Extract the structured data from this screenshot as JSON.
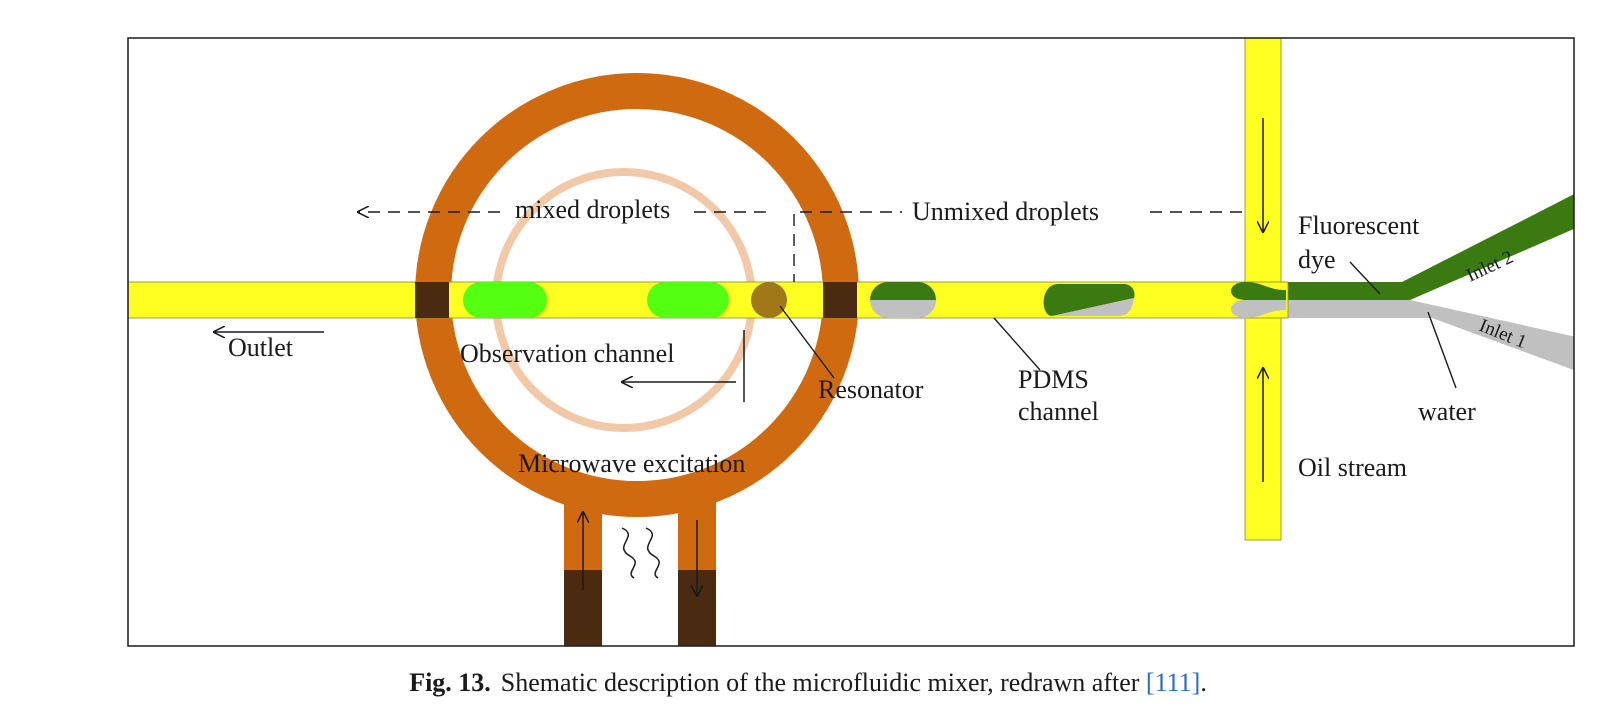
{
  "colors": {
    "oil": "#ffff22",
    "dye": "#3a7a10",
    "water": "#c0c0c0",
    "mixed_droplet": "#55ff11",
    "ring": "#d06a10",
    "ring_dark": "#4a2a10",
    "resonator_ring": "#f2c9a8",
    "resonator_dot": "#a07818",
    "ref_link": "#2a6ebb"
  },
  "labels": {
    "mixed_droplets": "mixed droplets",
    "unmixed_droplets": "Unmixed droplets",
    "fluorescent": "Fluorescent",
    "dye": "dye",
    "inlet2": "Inlet 2",
    "inlet1": "Inlet 1",
    "outlet": "Outlet",
    "observation_channel": "Observation channel",
    "resonator": "Resonator",
    "pdms": "PDMS",
    "channel": "channel",
    "water": "water",
    "oil_stream": "Oil stream",
    "microwave_excitation": "Microwave excitation"
  },
  "caption": {
    "number": "Fig. 13.",
    "text": "Shematic description of the microfluidic mixer, redrawn after ",
    "ref": "[111]",
    "end": "."
  }
}
